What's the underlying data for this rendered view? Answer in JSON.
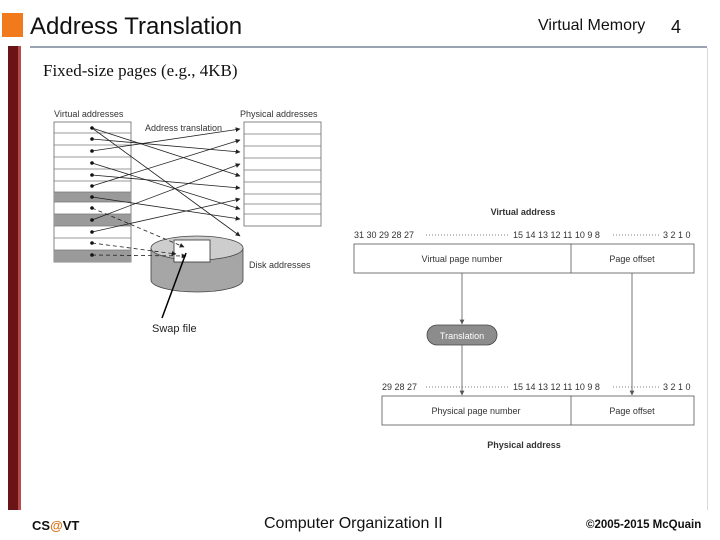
{
  "header": {
    "title": "Address Translation",
    "section": "Virtual Memory",
    "page_number": "4"
  },
  "subtitle": "Fixed-size pages (e.g., 4KB)",
  "left_diagram": {
    "virtual_label": "Virtual addresses",
    "translation_label": "Address translation",
    "physical_label": "Physical addresses",
    "disk_label": "Disk addresses",
    "swap_label": "Swap file"
  },
  "right_diagram": {
    "virtual_address_title": "Virtual address",
    "virtual_bits_high": "31 30 29 28 27",
    "virtual_bits_mid": "15 14 13 12 11 10 9 8",
    "virtual_bits_low": "3 2 1 0",
    "virtual_page_number": "Virtual page number",
    "page_offset": "Page offset",
    "translation": "Translation",
    "physical_bits_high": "29 28 27",
    "physical_bits_mid": "15 14 13 12 11 10 9 8",
    "physical_bits_low": "3 2 1 0",
    "physical_page_number": "Physical page number",
    "physical_page_offset": "Page offset",
    "physical_address_title": "Physical address"
  },
  "footer": {
    "left_prefix": "CS",
    "left_at": "@",
    "left_suffix": "VT",
    "center": "Computer Organization II",
    "right": "©2005-2015 McQuain"
  },
  "colors": {
    "accent_orange": "#f07a1c",
    "bar_maroon": "#6b1416"
  }
}
